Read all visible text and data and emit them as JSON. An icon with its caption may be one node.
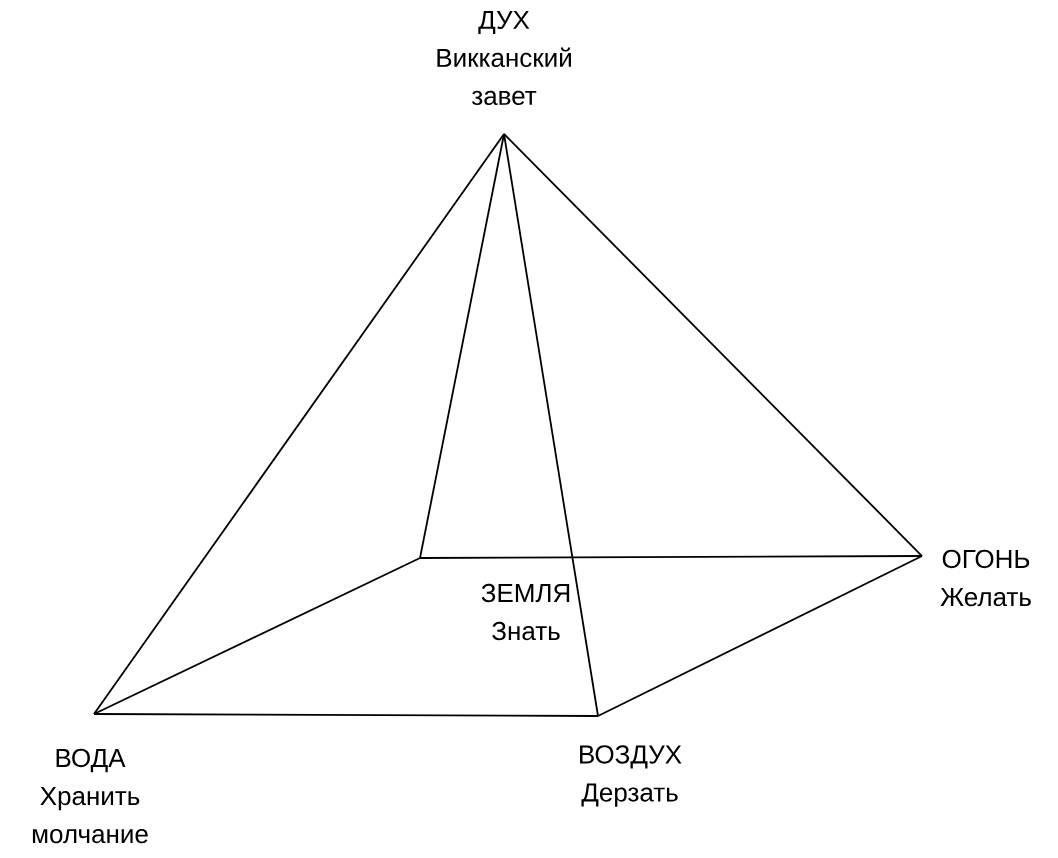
{
  "diagram": {
    "nodes": [
      {
        "text": [
          "ДУХ",
          "Викканский завет"
        ]
      },
      {
        "text": [
          "ОГОНЬ",
          "Желать"
        ]
      },
      {
        "text": [
          "ЗЕМЛЯ",
          "Знать"
        ]
      },
      {
        "text": [
          "ВОДА",
          "Хранить молчание"
        ]
      },
      {
        "text": [
          "ВОЗДУХ",
          "Дерзать"
        ]
      }
    ],
    "edges": [
      {
        "from": 0,
        "to": 3,
        "arrow": "none"
      },
      {
        "from": 0,
        "to": 2,
        "arrow": "none"
      },
      {
        "from": 0,
        "to": 4,
        "arrow": "none"
      },
      {
        "from": 0,
        "to": 1,
        "arrow": "none"
      },
      {
        "from": 3,
        "to": 4,
        "arrow": "none"
      },
      {
        "from": 4,
        "to": 1,
        "arrow": "none"
      },
      {
        "from": 1,
        "to": 2,
        "arrow": "none"
      },
      {
        "from": 2,
        "to": 3,
        "arrow": "none"
      }
    ]
  }
}
